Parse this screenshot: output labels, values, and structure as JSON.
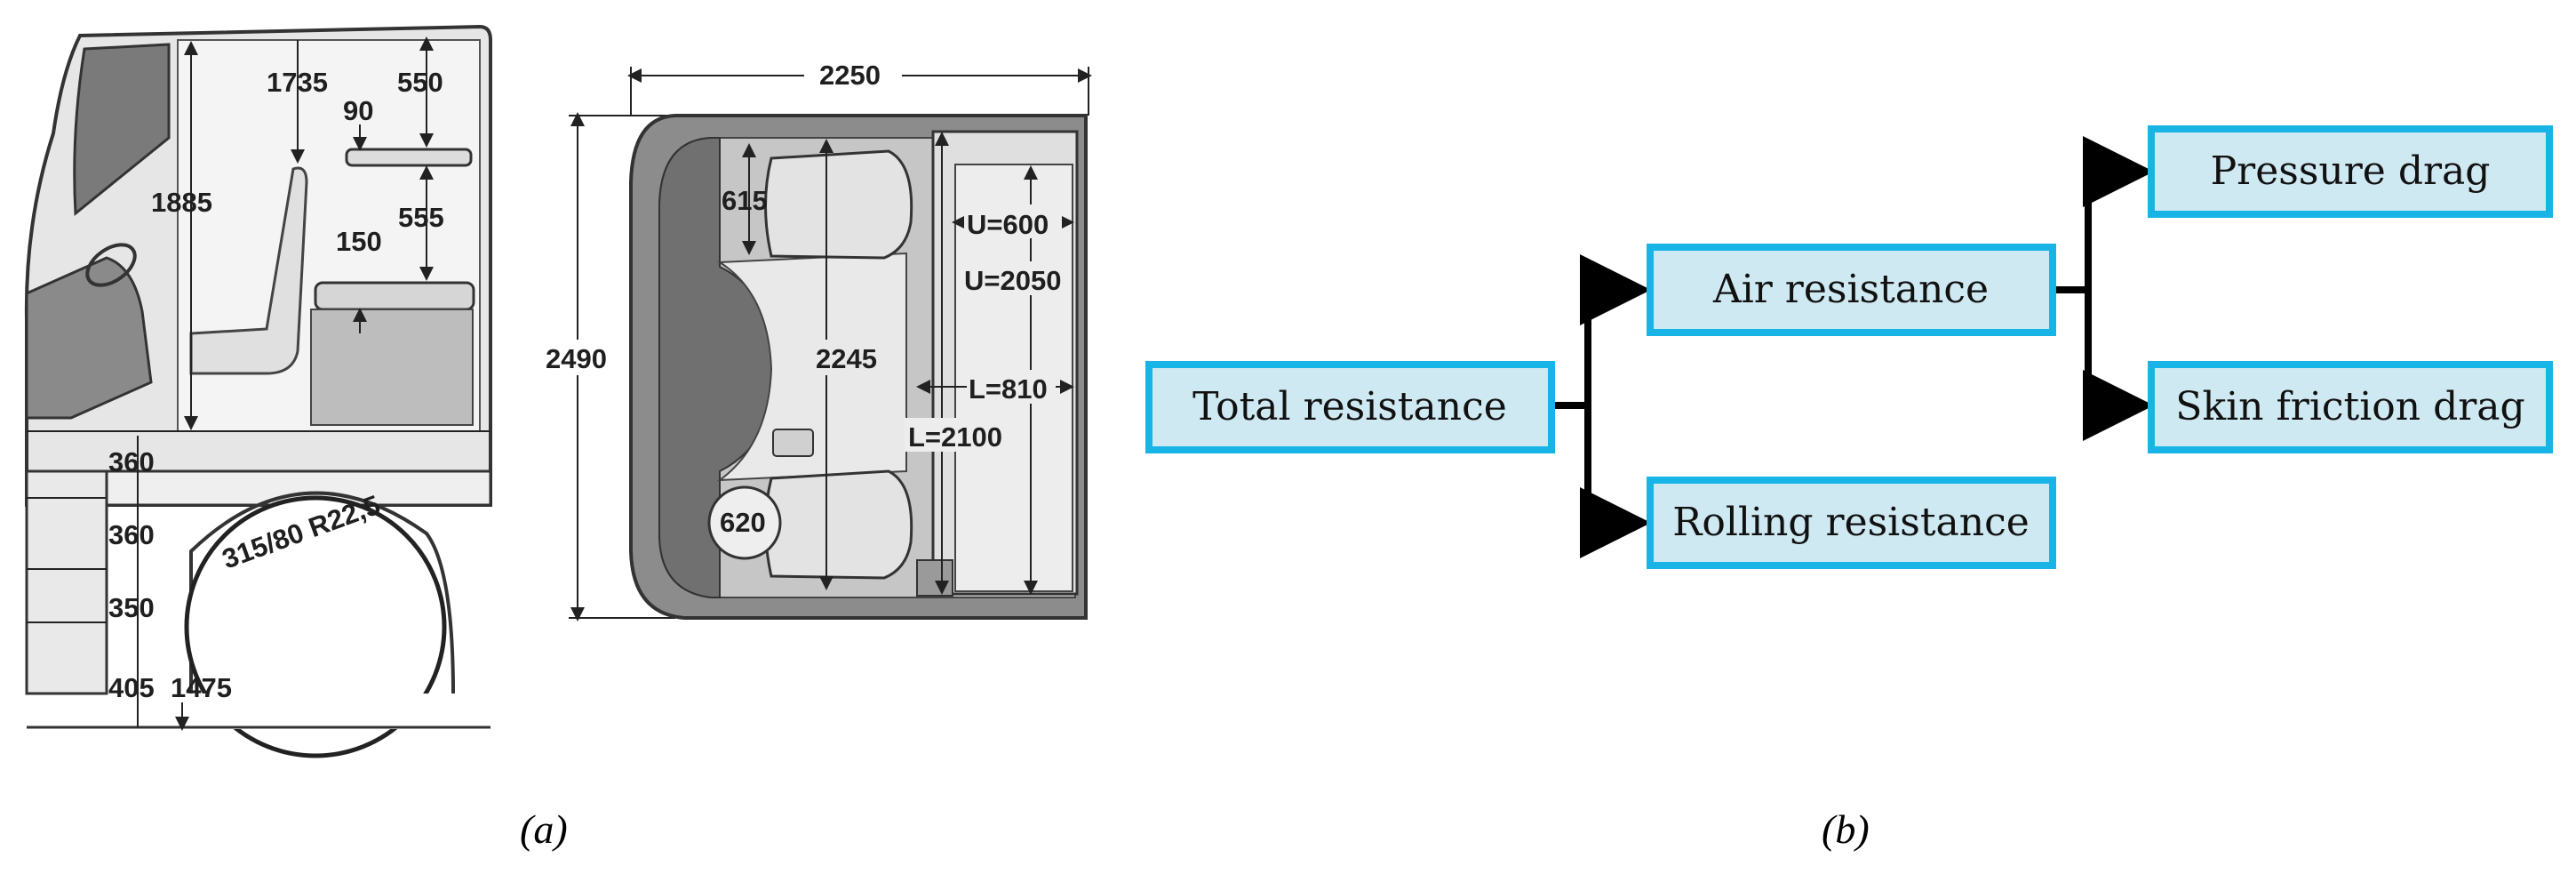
{
  "panel_a": {
    "side_view": {
      "dims": {
        "d1735": "1735",
        "d550": "550",
        "d90": "90",
        "d1885": "1885",
        "d555": "555",
        "d150": "150",
        "d360a": "360",
        "d360b": "360",
        "d350": "350",
        "d405": "405",
        "d1475": "1475"
      },
      "tire": "315/80 R22,5"
    },
    "top_view": {
      "dims": {
        "d2250": "2250",
        "d2490": "2490",
        "d615": "615",
        "u600": "U=600",
        "u2050": "U=2050",
        "d2245": "2245",
        "l810": "L=810",
        "l2100": "L=2100",
        "d620": "620"
      }
    },
    "caption": "(a)"
  },
  "panel_b": {
    "boxes": {
      "total": "Total resistance",
      "air": "Air resistance",
      "rolling": "Rolling resistance",
      "pressure": "Pressure drag",
      "skin": "Skin friction drag"
    },
    "colors": {
      "box_fill": "#cfe9f2",
      "box_border": "#18b4e6",
      "arrow": "#000000"
    },
    "caption": "(b)"
  }
}
